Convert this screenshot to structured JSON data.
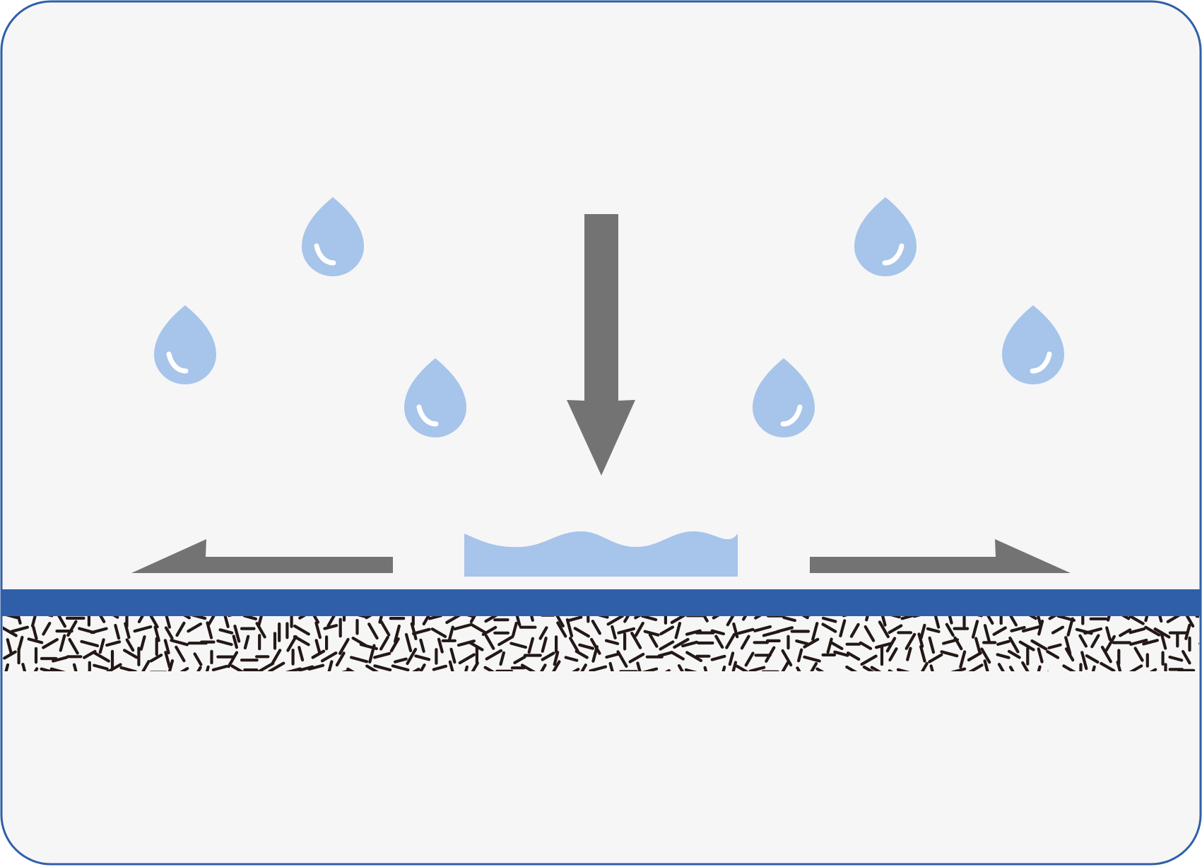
{
  "diagram": {
    "colors": {
      "background": "#f6f6f7",
      "frame": "#2f5fa8",
      "membrane": "#2f5fa8",
      "water": "#a7c4ea",
      "drop_highlight": "#ffffff",
      "arrow": "#737373",
      "fibers": "#231815"
    },
    "icons": {
      "drop": "water-drop-icon",
      "arrow_down": "arrow-down-icon",
      "arrow_left": "arrow-left-icon",
      "arrow_right": "arrow-right-icon"
    },
    "water_drops": [
      {
        "name": "water-drop-1",
        "highlight": "left"
      },
      {
        "name": "water-drop-2",
        "highlight": "left"
      },
      {
        "name": "water-drop-3",
        "highlight": "left"
      },
      {
        "name": "water-drop-4",
        "highlight": "right"
      },
      {
        "name": "water-drop-5",
        "highlight": "right"
      },
      {
        "name": "water-drop-6",
        "highlight": "right"
      }
    ],
    "layers": [
      "water-pool",
      "waterproof-membrane",
      "fiber-base-layer"
    ]
  }
}
